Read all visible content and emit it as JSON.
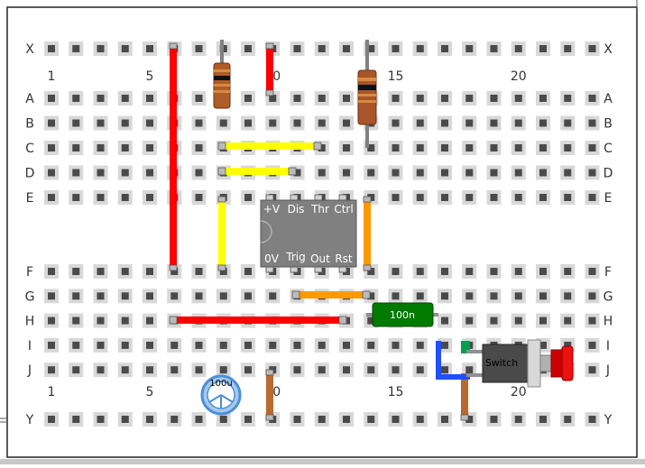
{
  "board": {
    "top_row": "X",
    "bottom_row": "Y",
    "upper_rows": [
      "A",
      "B",
      "C",
      "D",
      "E"
    ],
    "lower_rows": [
      "F",
      "G",
      "H",
      "I",
      "J"
    ],
    "column_markers": [
      "1",
      "5",
      "10",
      "15",
      "20"
    ],
    "hole_color": "#4a4a4a",
    "pad_color": "#d8d8d8"
  },
  "chip": {
    "top_pins": [
      "+V",
      "Dis",
      "Thr",
      "Ctrl"
    ],
    "bottom_pins": [
      "0V",
      "Trig",
      "Out",
      "Rst"
    ],
    "body_color": "#808080"
  },
  "capacitor_film": {
    "label": "100n",
    "color": "#007a00"
  },
  "capacitor_electrolytic": {
    "label": "100u",
    "color": "#4a90d9"
  },
  "switch": {
    "label": "Switch",
    "button_color": "#cc0000"
  },
  "wire_colors": {
    "red": "#ff0000",
    "yellow": "#ffff00",
    "orange": "#ff9900",
    "blue": "#2050ff",
    "green": "#00a050"
  },
  "resistor": {
    "body_color": "#b05c28",
    "band_color": "#101010",
    "lead_color": "#808080"
  }
}
